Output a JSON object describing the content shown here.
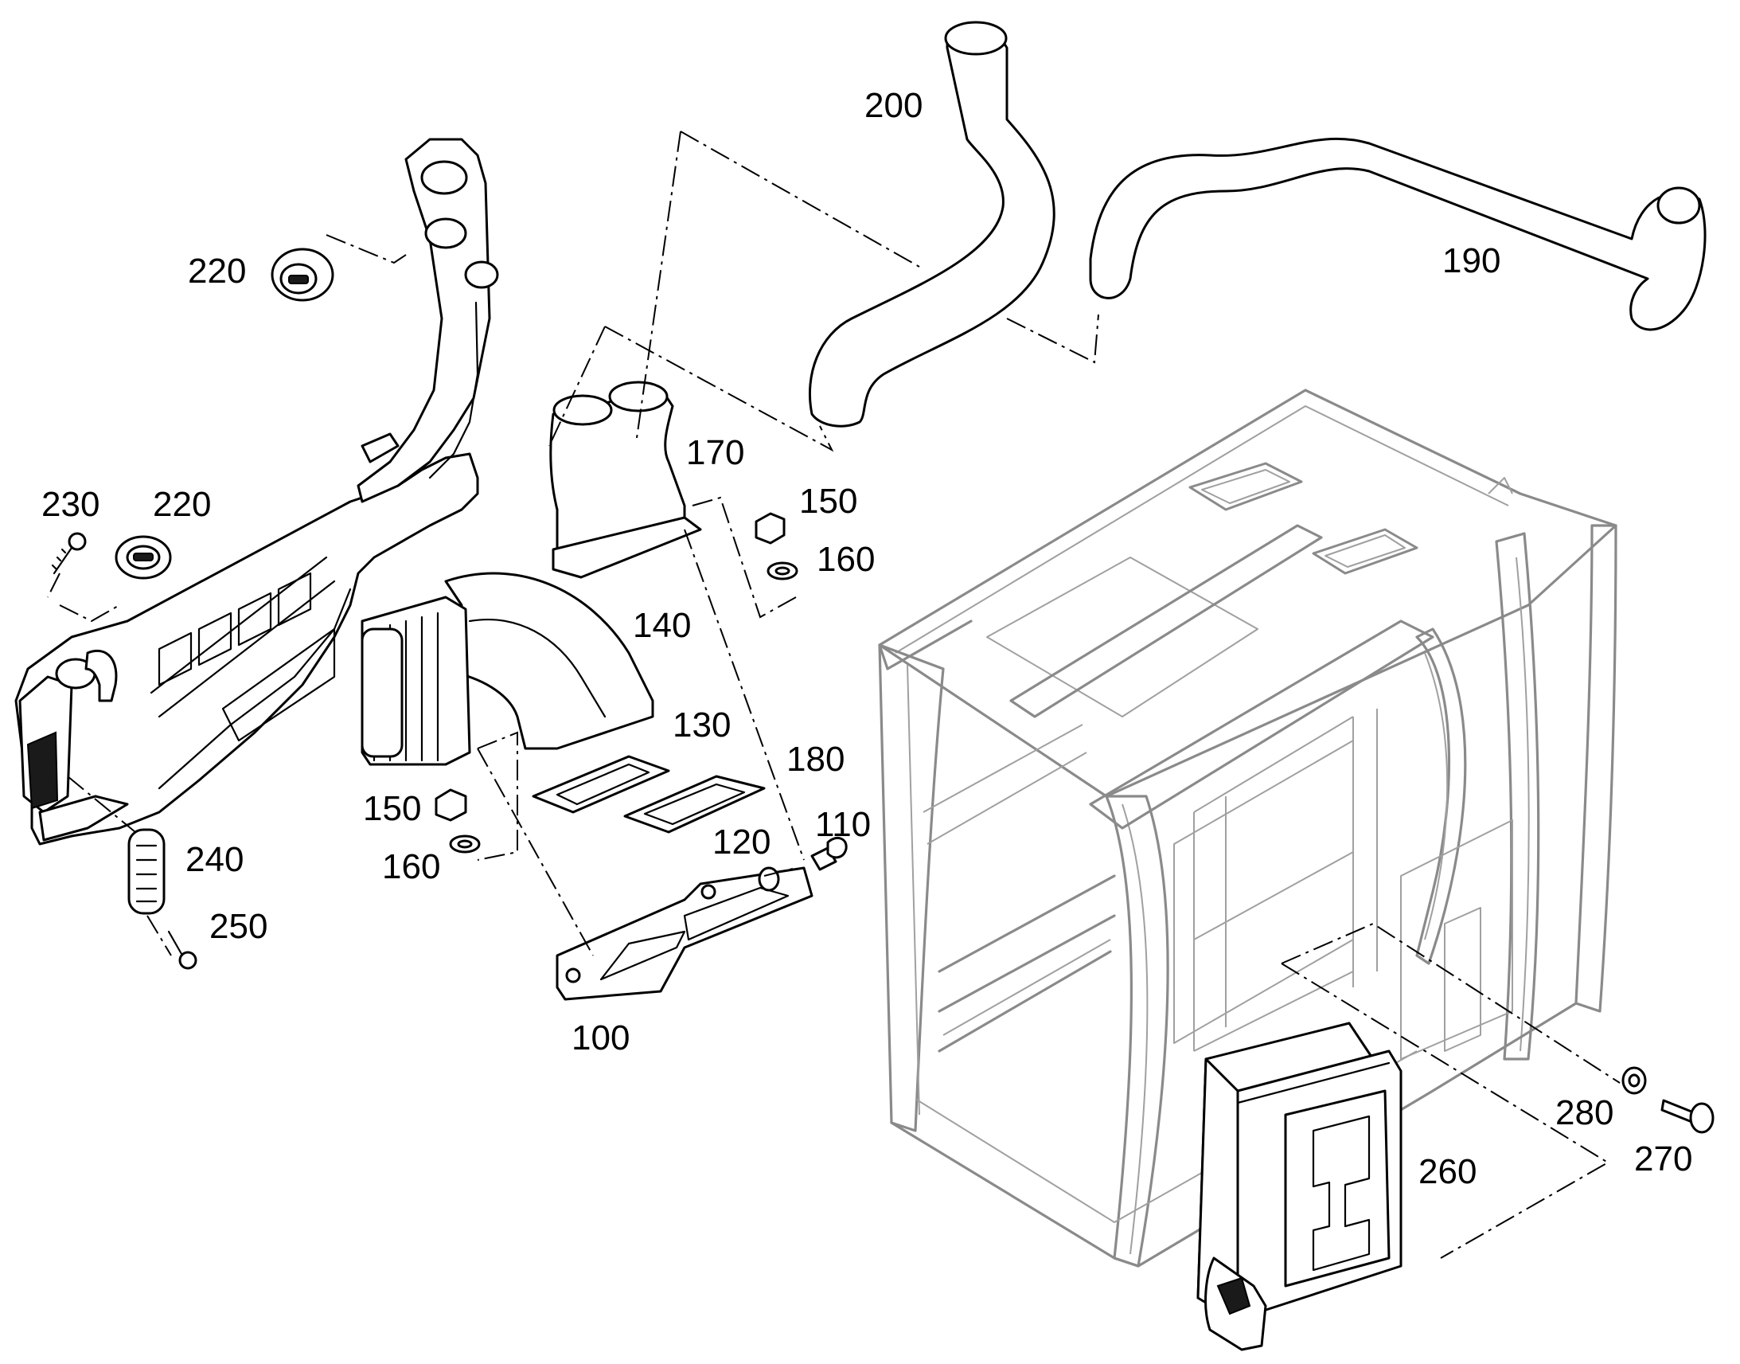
{
  "callouts": {
    "c100": "100",
    "c110": "110",
    "c120": "120",
    "c130": "130",
    "c140": "140",
    "c150a": "150",
    "c150b": "150",
    "c160a": "160",
    "c160b": "160",
    "c170": "170",
    "c180": "180",
    "c190": "190",
    "c200": "200",
    "c220a": "220",
    "c220b": "220",
    "c230": "230",
    "c240": "240",
    "c250": "250",
    "c260": "260",
    "c270": "270",
    "c280": "280"
  },
  "colors": {
    "line": "#000000",
    "cab_line": "#8a8a8a",
    "background": "#ffffff"
  }
}
